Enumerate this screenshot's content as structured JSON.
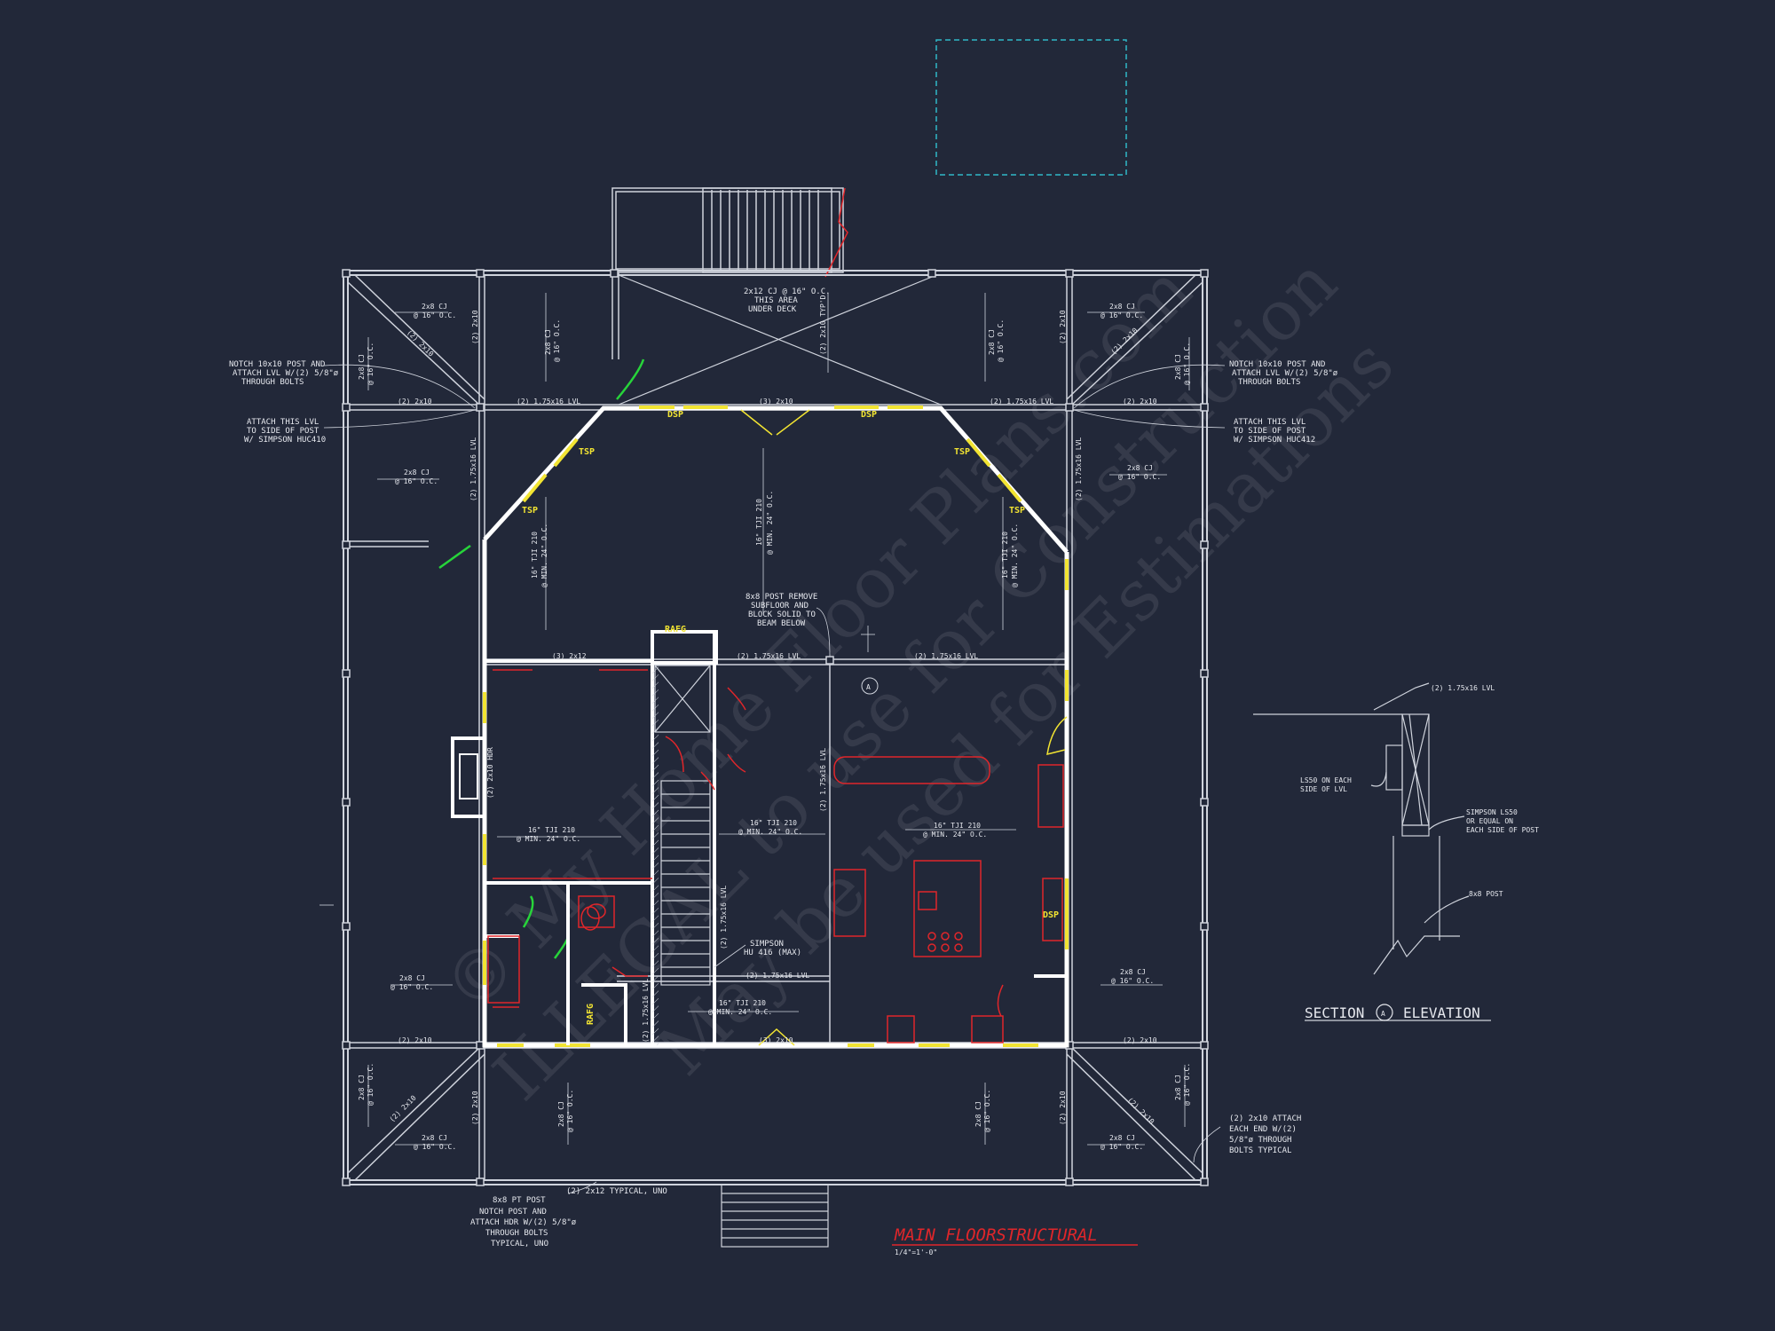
{
  "drawing": {
    "title": "MAIN FLOORSTRUCTURAL",
    "scale": "1/4\"=1'-0\"",
    "watermark_lines": [
      "© My Home Floor Plans.com",
      "ILLEGAL to use for Construction",
      "May be used for Estimations"
    ]
  },
  "section": {
    "title": "SECTION",
    "marker": "A",
    "title_suffix": "ELEVATION",
    "notes": {
      "lvl": "(2) 1.75x16 LVL",
      "lsb_1": "LS50 ON EACH",
      "lsb_2": "SIDE OF LVL",
      "simpson_1": "SIMPSON LS50",
      "simpson_2": "OR EQUAL ON",
      "simpson_3": "EACH SIDE OF POST",
      "post": "8x8 POST"
    }
  },
  "notes": {
    "deck_1": "2x12 CJ @ 16\" O.C.",
    "deck_2": "THIS AREA",
    "deck_3": "UNDER DECK",
    "notch_l1": "NOTCH 10x10 POST AND",
    "notch_l2": "ATTACH LVL W/(2) 5/8\"ø",
    "notch_l3": "THROUGH BOLTS",
    "notch_r1": "NOTCH 10x10 POST AND",
    "notch_r2": "ATTACH LVL W/(2) 5/8\"ø",
    "notch_r3": "THROUGH BOLTS",
    "attach_l1": "ATTACH THIS LVL",
    "attach_l2": "TO SIDE OF POST",
    "attach_l3": "W/ SIMPSON HUC410",
    "attach_r1": "ATTACH THIS LVL",
    "attach_r2": "TO SIDE OF POST",
    "attach_r3": "W/ SIMPSON HUC412",
    "post8_1": "8x8 POST REMOVE",
    "post8_2": "SUBFLOOR AND",
    "post8_3": "BLOCK SOLID TO",
    "post8_4": "BEAM BELOW",
    "simpson_hu_1": "SIMPSON",
    "simpson_hu_2": "HU 416 (MAX)",
    "pt_1": "8x8 PT POST",
    "pt_2": "NOTCH POST AND",
    "pt_3": "ATTACH HDR W/(2) 5/8\"ø",
    "pt_4": "THROUGH BOLTS",
    "pt_5": "TYPICAL, UNO",
    "typ": "(2) 2x12 TYPICAL, UNO",
    "attach_end_1": "(2) 2x10 ATTACH",
    "attach_end_2": "EACH END W/(2)",
    "attach_end_3": "5/8\"ø THROUGH",
    "attach_end_4": "BOLTS TYPICAL",
    "cj_16": "2x8 CJ",
    "cj_16b": "@ 16\" O.C.",
    "tji_1": "16\" TJI 210",
    "tji_2": "@ MIN. 24\" O.C.",
    "lvl": "(2) 1.75x16 LVL",
    "two_2x10": "(2) 2x10",
    "three_2x10": "(3) 2x10",
    "three_2x12": "(3) 2x12",
    "two_2x10_hdr": "(2) 2x10 HDR",
    "dsp": "DSP",
    "tsp": "TSP",
    "rafg": "RAFG",
    "typ_2x10": "(2) 2x10 TYP'D",
    "section_marker": "A"
  }
}
